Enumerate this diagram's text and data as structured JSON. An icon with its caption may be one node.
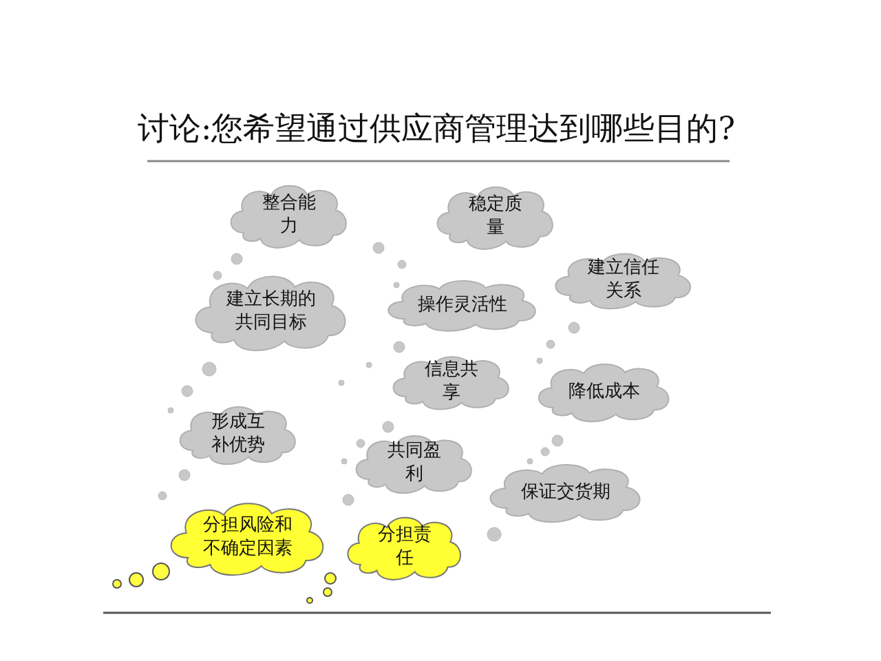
{
  "diagram": {
    "title": "讨论:您希望通过供应商管理达到哪些目的?",
    "nodes": [
      {
        "text": [
          "整合能力"
        ]
      },
      {
        "text": [
          "稳定质量"
        ]
      },
      {
        "text": [
          "建立长期的共同目标"
        ]
      },
      {
        "text": [
          "操作灵活性"
        ]
      },
      {
        "text": [
          "建立信任关系"
        ]
      },
      {
        "text": [
          "信息共享"
        ]
      },
      {
        "text": [
          "降低成本"
        ]
      },
      {
        "text": [
          "形成互补优势"
        ]
      },
      {
        "text": [
          "共同盈利"
        ]
      },
      {
        "text": [
          "保证交货期"
        ]
      },
      {
        "text": [
          "分担风险和不确定因素"
        ]
      },
      {
        "text": [
          "分担责任"
        ]
      }
    ]
  }
}
